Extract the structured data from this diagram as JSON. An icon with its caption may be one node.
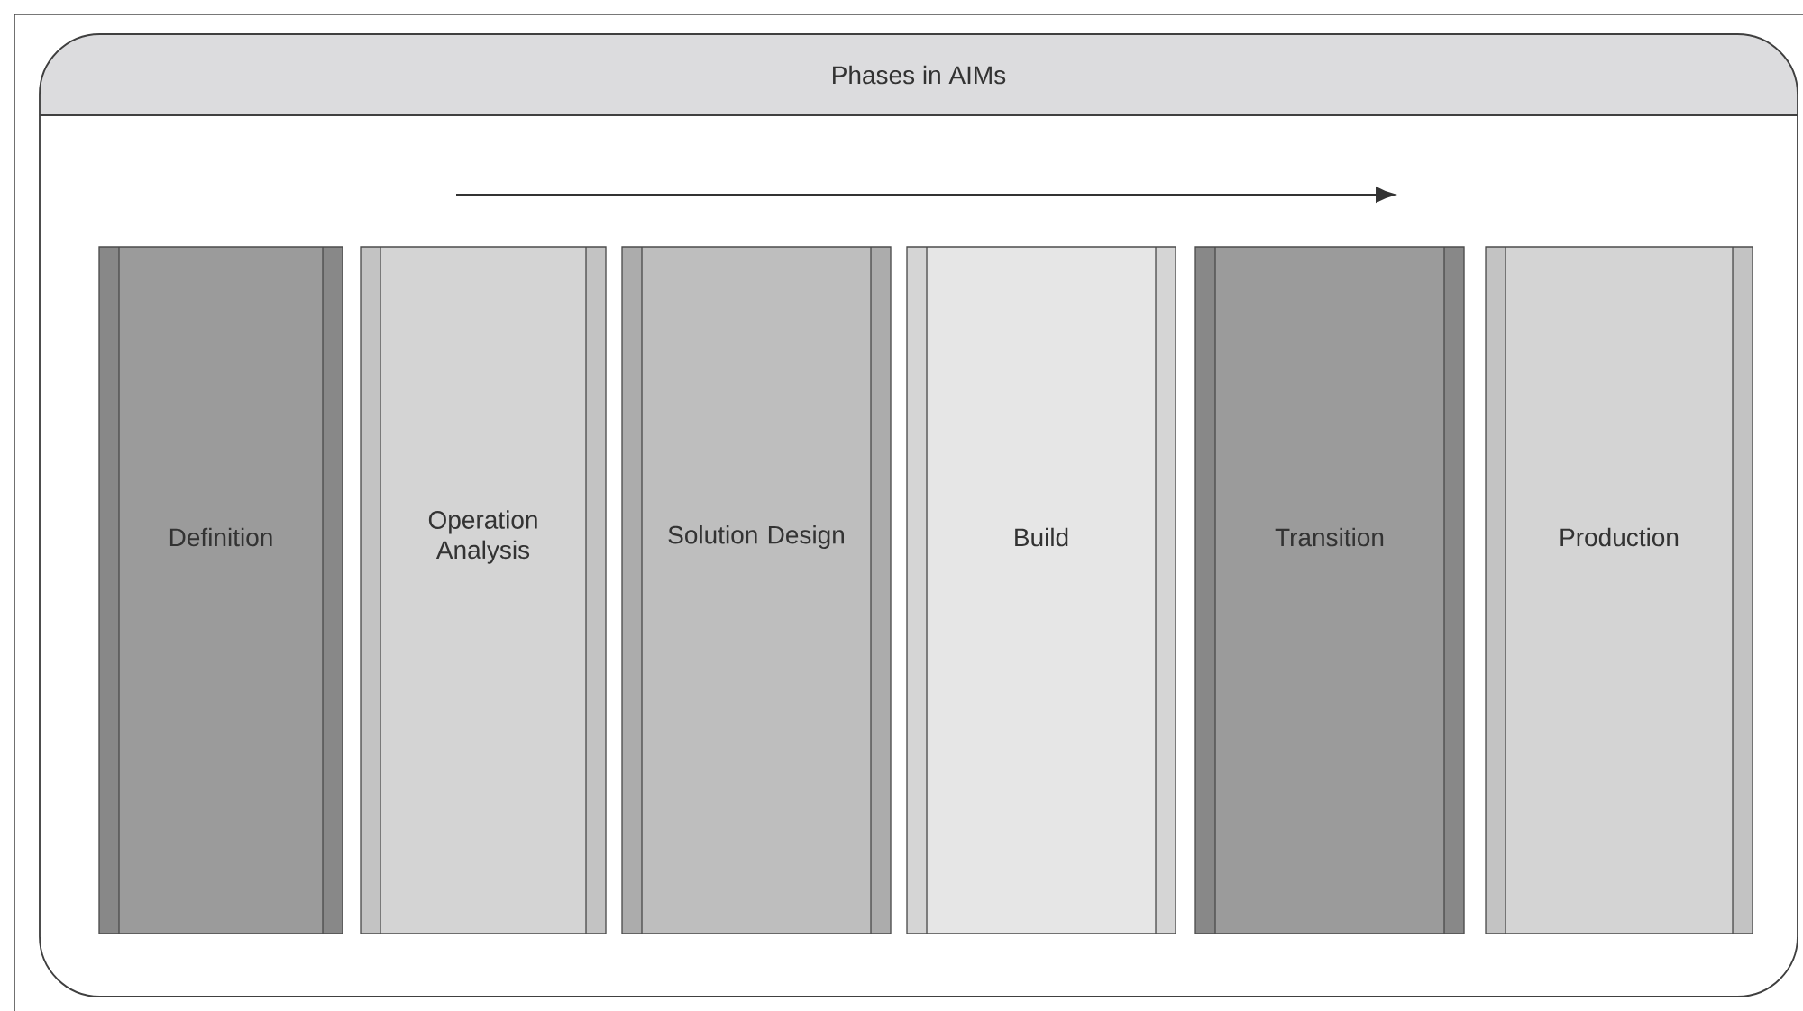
{
  "diagram": {
    "nodes": [
      {
        "text": [
          "Phases in AIMs"
        ]
      },
      {
        "text": [
          "Definition"
        ],
        "in": 0
      },
      {
        "text": [
          "Operation Analysis"
        ],
        "in": 0
      },
      {
        "text": [
          "Solution Design"
        ],
        "in": 0
      },
      {
        "text": [
          "Build"
        ],
        "in": 0
      },
      {
        "text": [
          "Transition"
        ],
        "in": 0
      },
      {
        "text": [
          "Production"
        ],
        "in": 0
      }
    ]
  }
}
